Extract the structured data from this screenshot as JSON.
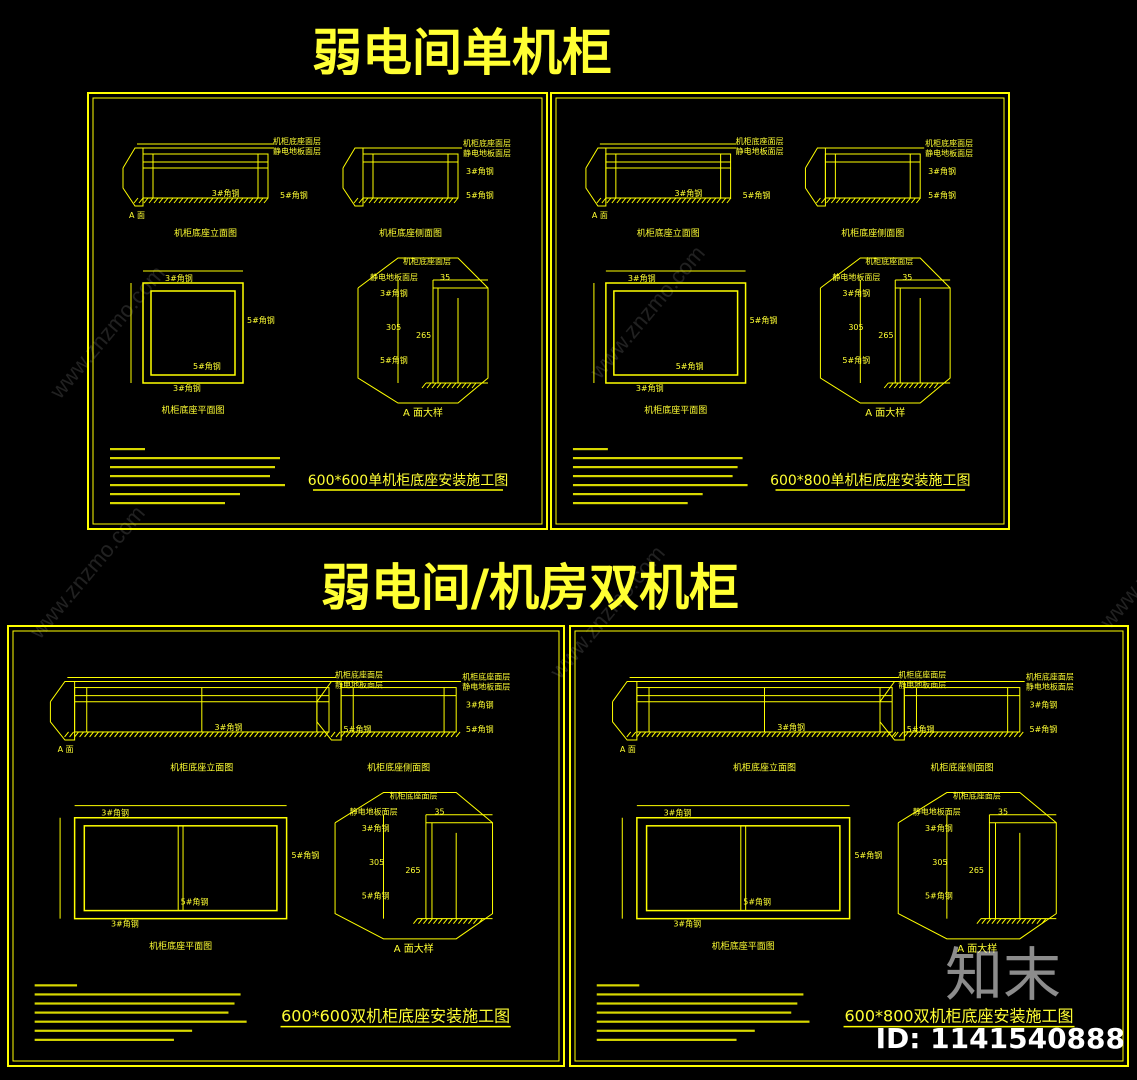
{
  "section_titles": {
    "single": "弱电间单机柜",
    "double": "弱电间/机房双机柜"
  },
  "sheets": [
    {
      "id": "single-600",
      "title": "600*600单机柜底座安装施工图",
      "type": "single",
      "labels": {
        "face_layer": "机柜底座面层",
        "floor_layer": "静电地板面层",
        "angle5": "5#角钢",
        "angle3": "3#角钢",
        "a_face": "A 面",
        "elevation": "机柜底座立面图",
        "side": "机柜底座侧面图",
        "plan": "机柜底座平面图",
        "detail": "A 面大样",
        "dim_35": "35",
        "dim_305": "305",
        "dim_265": "265"
      }
    },
    {
      "id": "single-800",
      "title": "600*800单机柜底座安装施工图",
      "type": "single",
      "labels": {
        "face_layer": "机柜底座面层",
        "floor_layer": "静电地板面层",
        "angle5": "5#角钢",
        "angle3": "3#角钢",
        "a_face": "A 面",
        "elevation": "机柜底座立面图",
        "side": "机柜底座侧面图",
        "plan": "机柜底座平面图",
        "detail": "A 面大样",
        "dim_35": "35",
        "dim_305": "305",
        "dim_265": "265"
      }
    },
    {
      "id": "double-600",
      "title": "600*600双机柜底座安装施工图",
      "type": "double",
      "labels": {
        "face_layer": "机柜底座面层",
        "floor_layer": "静电地板面层",
        "angle5": "5#角钢",
        "angle3": "3#角钢",
        "a_face": "A 面",
        "elevation": "机柜底座立面图",
        "side": "机柜底座侧面图",
        "plan": "机柜底座平面图",
        "detail": "A 面大样",
        "dim_35": "35",
        "dim_305": "305",
        "dim_265": "265"
      }
    },
    {
      "id": "double-800",
      "title": "600*800双机柜底座安装施工图",
      "type": "double",
      "labels": {
        "face_layer": "机柜底座面层",
        "floor_layer": "静电地板面层",
        "angle5": "5#角钢",
        "angle3": "3#角钢",
        "a_face": "A 面",
        "elevation": "机柜底座立面图",
        "side": "机柜底座侧面图",
        "plan": "机柜底座平面图",
        "detail": "A 面大样",
        "dim_35": "35",
        "dim_305": "305",
        "dim_265": "265"
      }
    }
  ],
  "branding": {
    "logo_text": "知末",
    "id_label": "ID: 1141540888",
    "watermark": "www.znzmo.com"
  },
  "colors": {
    "background": "#000000",
    "drawing": "#ffff00",
    "title": "#ffff33",
    "watermark": "#ffffff"
  }
}
